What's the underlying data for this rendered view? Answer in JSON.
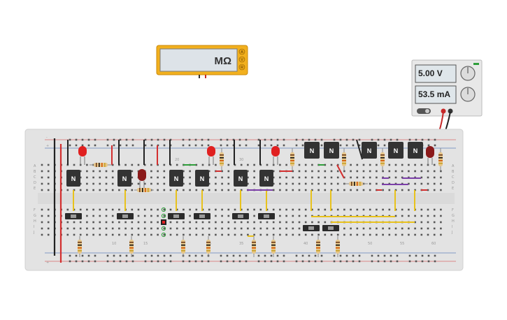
{
  "multimeter": {
    "display_unit": "MΩ",
    "mode_buttons": [
      "A",
      "V",
      "R"
    ]
  },
  "power_supply": {
    "voltage": "5.00 V",
    "current": "53.5 mA"
  },
  "breadboard": {
    "row_labels": [
      "A",
      "B",
      "C",
      "D",
      "E",
      "F",
      "G",
      "H",
      "I",
      "J"
    ],
    "column_numbers": [
      "10",
      "15",
      "20",
      "25",
      "30",
      "35",
      "40",
      "45",
      "50",
      "55",
      "60"
    ],
    "transistor_label": "N",
    "rail_plus": "+",
    "rail_minus": "-"
  },
  "colors": {
    "board": "#e3e3e3",
    "rail_red": "#d32f2f",
    "transistor": "#333333",
    "led_red": "#e02020",
    "wire_yellow": "#e8c21c",
    "wire_purple": "#7b3fa8",
    "wire_green": "#2e9e3a",
    "multimeter_frame": "#f2b01e"
  }
}
